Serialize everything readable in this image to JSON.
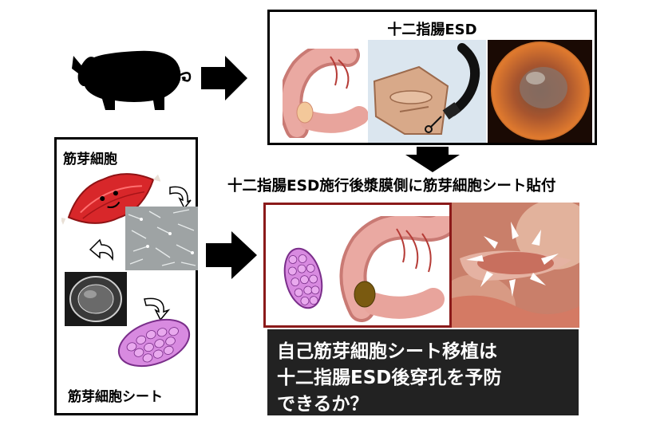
{
  "top_box": {
    "title": "十二指腸ESD"
  },
  "left_box": {
    "title_top": "筋芽細胞",
    "title_bottom": "筋芽細胞シート"
  },
  "middle_caption": "十二指腸ESD施行後漿膜側に筋芽細胞シート貼付",
  "question": {
    "line1": "自己筋芽細胞シート移植は",
    "line2": "十二指腸ESD後穿孔を予防",
    "line3": "できるか？"
  },
  "colors": {
    "border_red": "#8b1a1a",
    "question_bg": "#222222",
    "question_text": "#ffffff"
  },
  "icons": [
    "pig-icon",
    "muscle-icon",
    "cell-sheet-icon",
    "duodenum-icon",
    "endoscope-icon"
  ]
}
